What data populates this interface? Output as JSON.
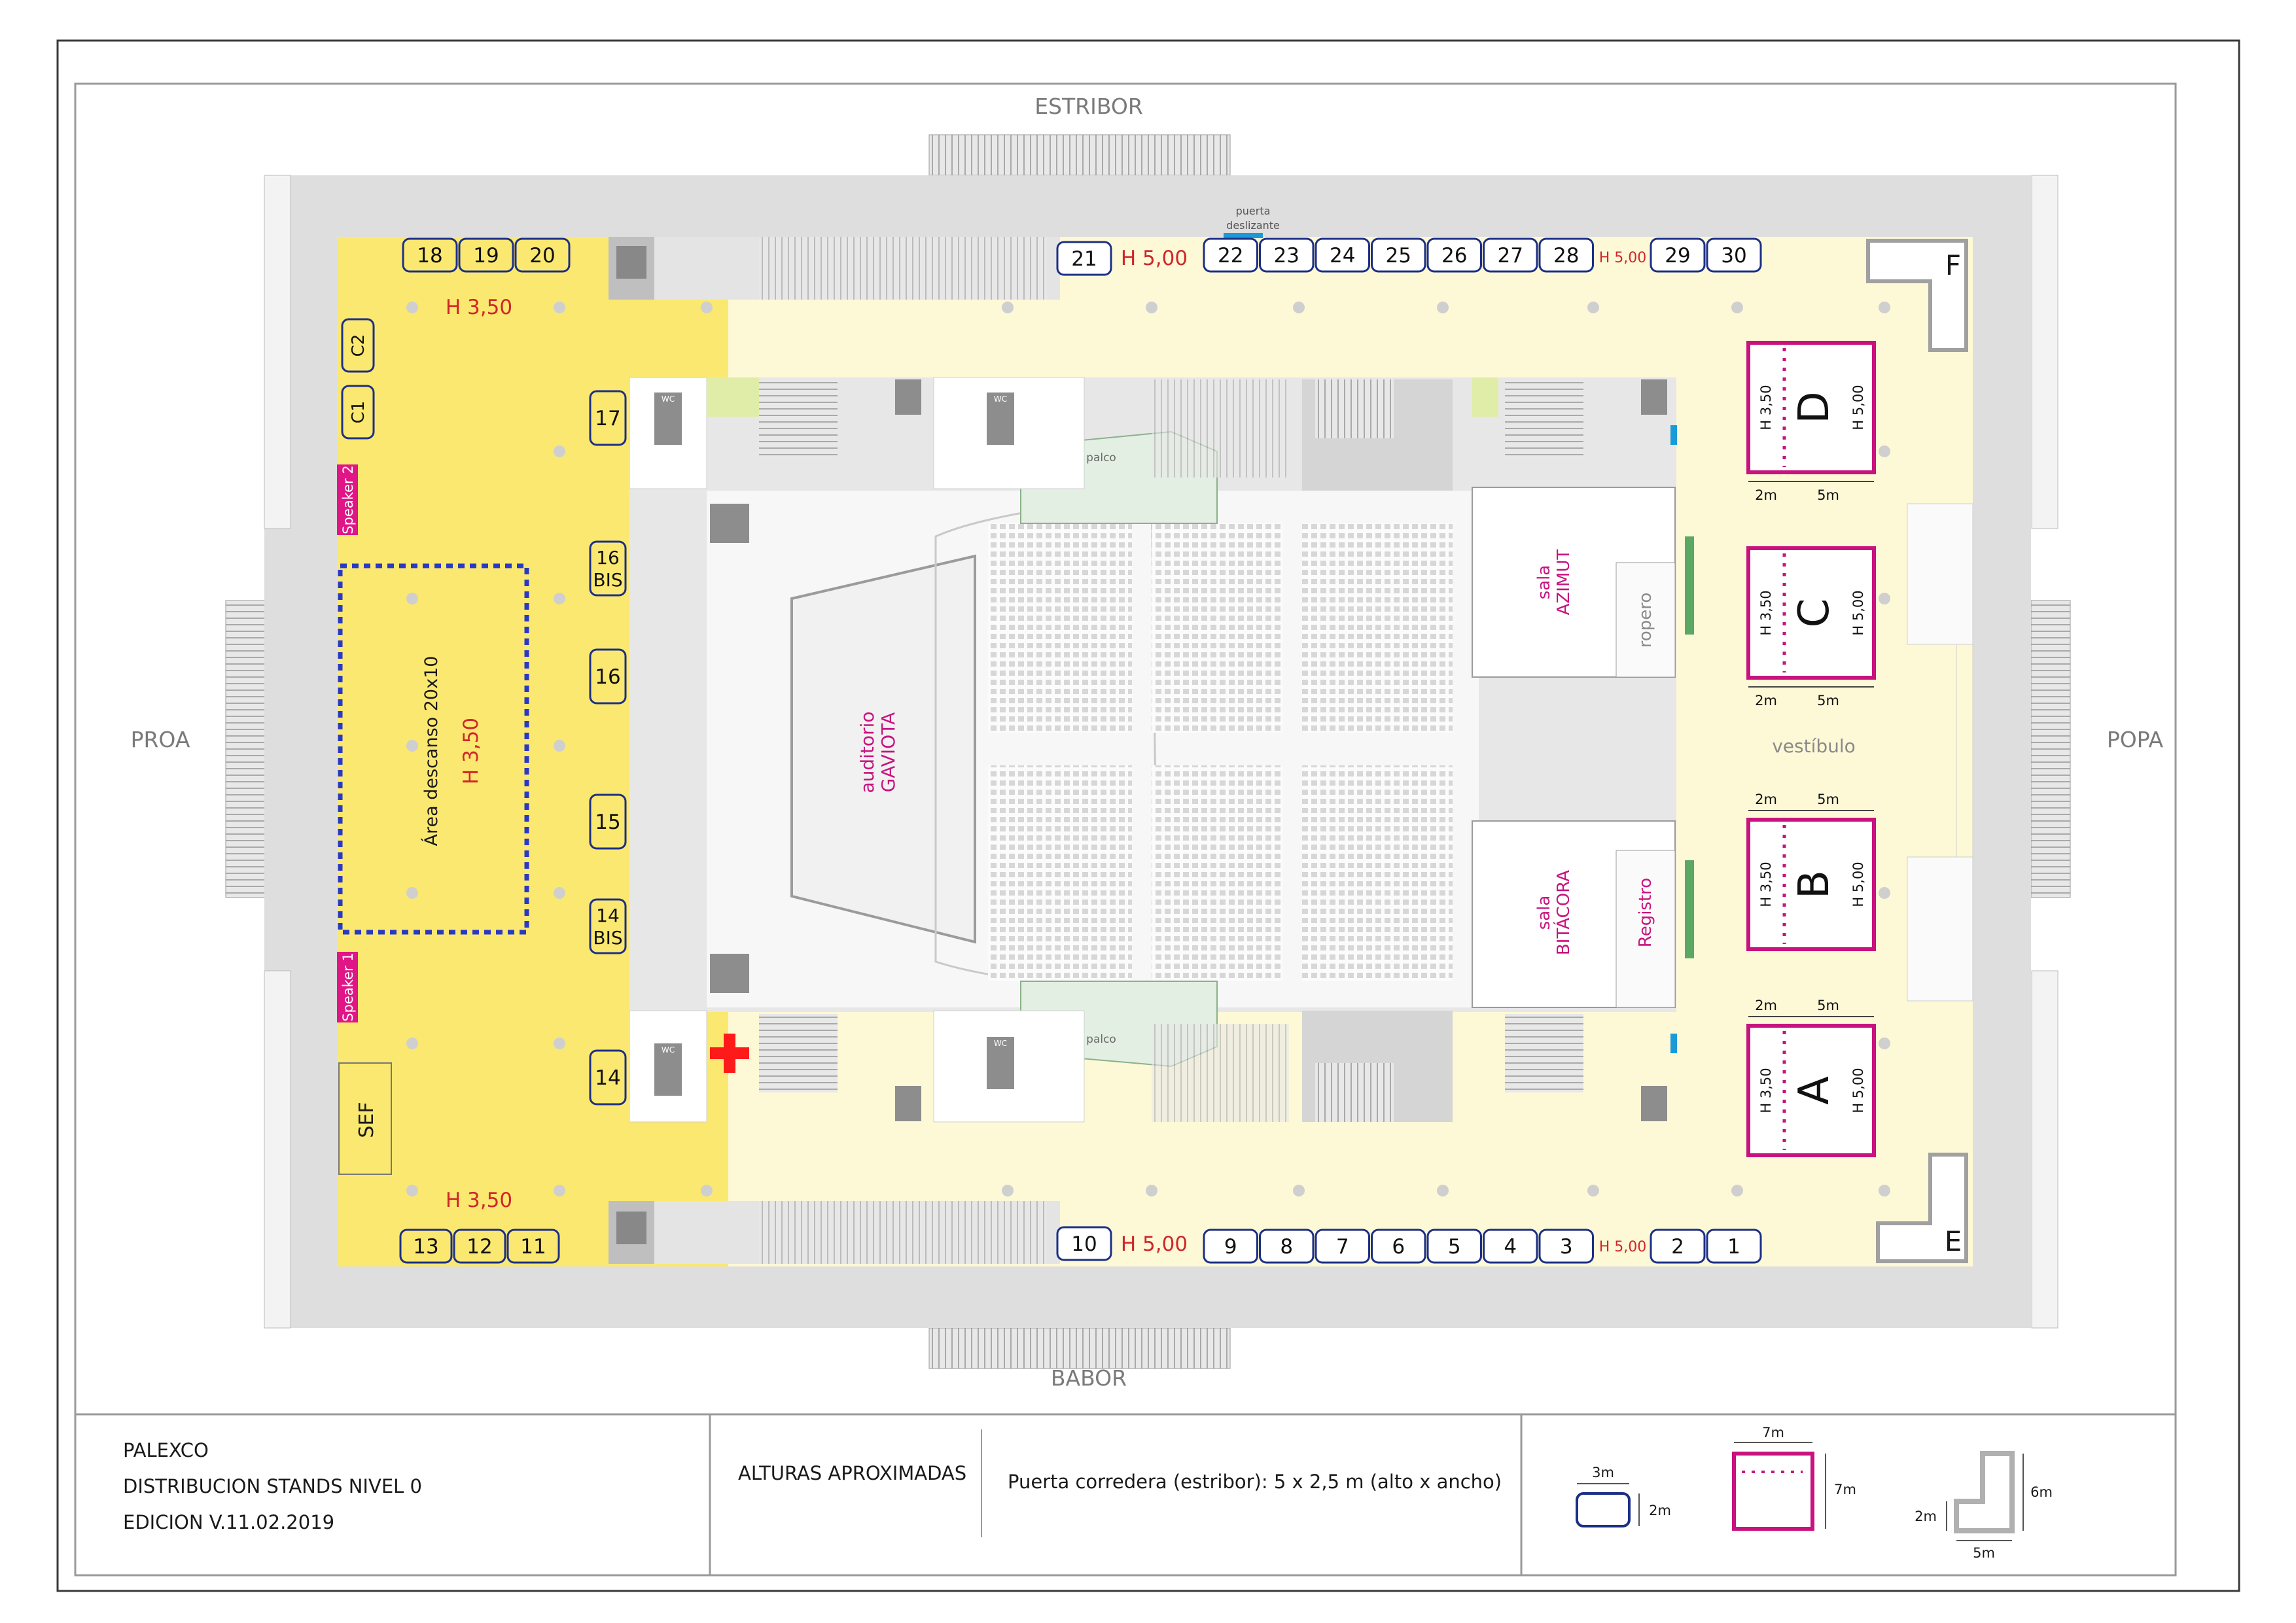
{
  "orientation": {
    "top": "ESTRIBOR",
    "bottom": "BABOR",
    "left": "PROA",
    "right": "POPA"
  },
  "colors": {
    "yellow_zone": "#fbe870",
    "light_zone": "#fdf8d6",
    "booth_border": "#1c2f86",
    "magenta": "#c8137f",
    "height_red": "#d0262a",
    "rest_area_border": "#2a39c4",
    "grey_wall": "#dcdcdc",
    "green_accent": "#5aa864",
    "cross_red": "#ff1a1a"
  },
  "heights": {
    "top_left": "H 3,50",
    "bottom_left": "H 3,50",
    "top_mid": "H 5,00",
    "top_right": "H 5,00",
    "bottom_mid": "H 5,00",
    "bottom_right": "H 5,00"
  },
  "booths_top_left": [
    "18",
    "19",
    "20"
  ],
  "booths_top_mid": [
    "21"
  ],
  "booths_top_right_a": [
    "22",
    "23",
    "24",
    "25",
    "26",
    "27",
    "28"
  ],
  "booths_top_right_b": [
    "29",
    "30"
  ],
  "booths_bottom_left": [
    "13",
    "12",
    "11"
  ],
  "booths_bottom_mid": [
    "10"
  ],
  "booths_bottom_right_a": [
    "9",
    "8",
    "7",
    "6",
    "5",
    "4",
    "3"
  ],
  "booths_bottom_right_b": [
    "2",
    "1"
  ],
  "booths_left_column": [
    {
      "id": "17",
      "lines": [
        "17"
      ]
    },
    {
      "id": "16bis",
      "lines": [
        "16",
        "BIS"
      ]
    },
    {
      "id": "16",
      "lines": [
        "16"
      ]
    },
    {
      "id": "15",
      "lines": [
        "15"
      ]
    },
    {
      "id": "14bis",
      "lines": [
        "14",
        "BIS"
      ]
    },
    {
      "id": "14",
      "lines": [
        "14"
      ]
    }
  ],
  "small_booths": [
    "C2",
    "C1"
  ],
  "speakers": [
    "Speaker 2",
    "Speaker 1"
  ],
  "rest_area": {
    "title": "Área descanso 20x10",
    "height": "H 3,50"
  },
  "sef": "SEF",
  "puerta_deslizante": [
    "puerta",
    "deslizante"
  ],
  "rooms": {
    "auditorio": [
      "auditorio",
      "GAVIOTA"
    ],
    "azimut": [
      "sala",
      "AZIMUT"
    ],
    "bitacora": [
      "sala",
      "BITÁCORA"
    ],
    "ropero": "ropero",
    "registro": "Registro",
    "vestibulo": "vestíbulo",
    "palco": "palco",
    "wc": "WC"
  },
  "big_stands": [
    {
      "letter": "D",
      "left_h": "H 3,50",
      "right_h": "H 5,00",
      "dim_a": "2m",
      "dim_b": "5m"
    },
    {
      "letter": "C",
      "left_h": "H 3,50",
      "right_h": "H 5,00",
      "dim_a": "2m",
      "dim_b": "5m"
    },
    {
      "letter": "B",
      "left_h": "H 3,50",
      "right_h": "H 5,00",
      "dim_a": "2m",
      "dim_b": "5m"
    },
    {
      "letter": "A",
      "left_h": "H 3,50",
      "right_h": "H 5,00",
      "dim_a": "2m",
      "dim_b": "5m"
    }
  ],
  "corner_stands": [
    "F",
    "E"
  ],
  "legend": {
    "org": "PALEXCO",
    "doc": "DISTRIBUCION STANDS NIVEL 0",
    "edition": "EDICION V.11.02.2019",
    "alturas": "ALTURAS APROXIMADAS",
    "puerta": "Puerta corredera (estribor): 5 x 2,5 m (alto x ancho)",
    "booth_w": "3m",
    "booth_h": "2m",
    "stand_w": "7m",
    "stand_h": "7m",
    "l_height": "6m",
    "l_thick": "2m",
    "l_width": "5m"
  }
}
